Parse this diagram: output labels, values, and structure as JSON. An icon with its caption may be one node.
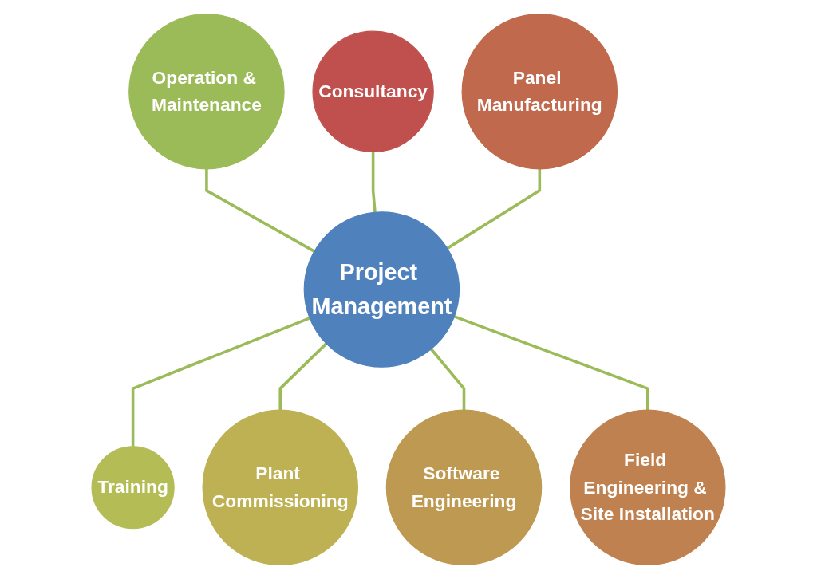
{
  "diagram": {
    "nodes": [
      {
        "text": [
          "Consultancy"
        ]
      },
      {
        "text": [
          "Operation & Maintenance"
        ]
      },
      {
        "text": [
          "Panel Manufacturing"
        ]
      },
      {
        "text": [
          "Project Management"
        ]
      },
      {
        "text": [
          "Training"
        ]
      },
      {
        "text": [
          "Field Engineering & Site Installation"
        ]
      },
      {
        "text": [
          "Plant Commissioning"
        ]
      },
      {
        "text": [
          "Software Engineering"
        ]
      }
    ],
    "edges": [
      {
        "from": 1,
        "to": 3,
        "arrow": "none"
      },
      {
        "from": 0,
        "to": 3,
        "arrow": "none"
      },
      {
        "from": 2,
        "to": 3,
        "arrow": "none"
      },
      {
        "from": 3,
        "to": 4,
        "arrow": "none"
      },
      {
        "from": 3,
        "to": 6,
        "arrow": "none"
      },
      {
        "from": 3,
        "to": 7,
        "arrow": "none"
      },
      {
        "from": 3,
        "to": 5,
        "arrow": "none"
      }
    ]
  }
}
